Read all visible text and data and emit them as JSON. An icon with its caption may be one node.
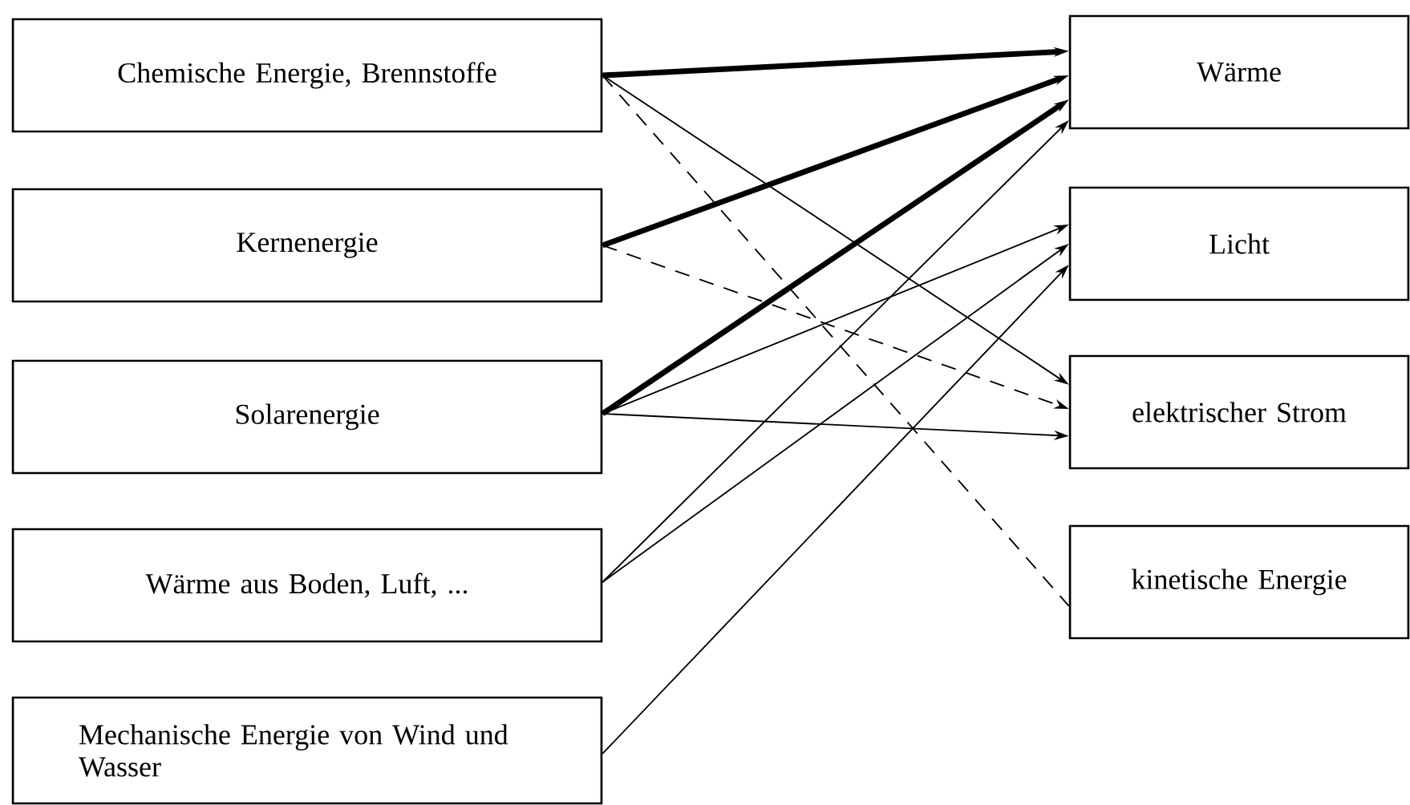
{
  "diagram": {
    "nodes": [
      {
        "text": [
          "Chemische Energie, Brennstoffe"
        ]
      },
      {
        "text": [
          "Kernenergie"
        ]
      },
      {
        "text": [
          "Solarenergie"
        ]
      },
      {
        "text": [
          "Wärme aus Boden, Luft, ..."
        ]
      },
      {
        "text": [
          "Mechanische Energie von Wind und Wasser"
        ]
      },
      {
        "text": [
          "Wärme"
        ]
      },
      {
        "text": [
          "Licht"
        ]
      },
      {
        "text": [
          "elektrischer Strom"
        ]
      },
      {
        "text": [
          "kinetische Energie"
        ]
      }
    ],
    "edges": [
      {
        "from": 0,
        "to": 5,
        "arrow": "to",
        "style": "thick"
      },
      {
        "from": 0,
        "to": 7,
        "arrow": "to"
      },
      {
        "from": 0,
        "to": 8,
        "arrow": "none",
        "style": "dashed"
      },
      {
        "from": 1,
        "to": 5,
        "arrow": "to",
        "style": "thick"
      },
      {
        "from": 1,
        "to": 7,
        "arrow": "to",
        "style": "dashed"
      },
      {
        "from": 2,
        "to": 5,
        "arrow": "to",
        "style": "thick"
      },
      {
        "from": 2,
        "to": 6,
        "arrow": "to"
      },
      {
        "from": 2,
        "to": 7,
        "arrow": "to"
      },
      {
        "from": 3,
        "to": 5,
        "arrow": "to"
      },
      {
        "from": 3,
        "to": 6,
        "arrow": "to"
      },
      {
        "from": 4,
        "to": 6,
        "arrow": "to"
      }
    ]
  }
}
